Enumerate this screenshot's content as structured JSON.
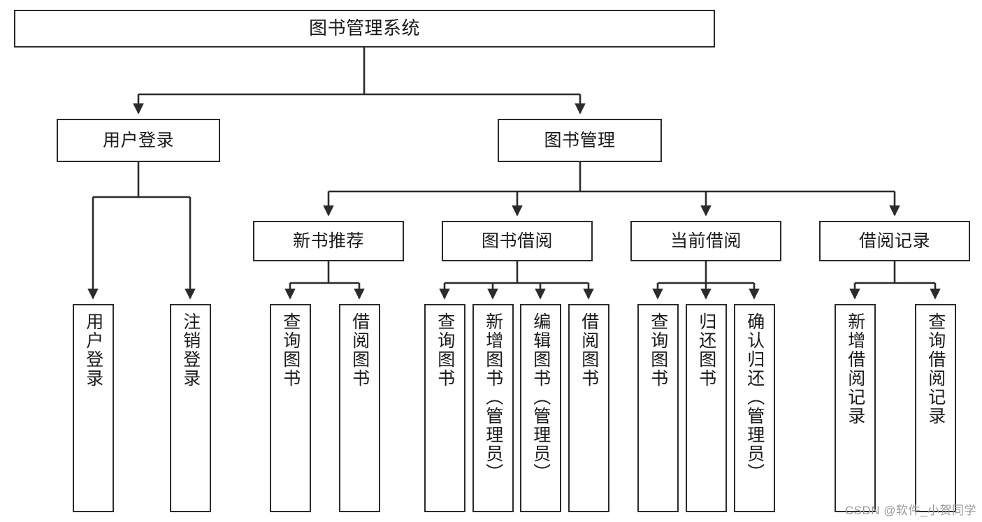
{
  "diagram": {
    "title": "图书管理系统",
    "type": "function-structure-tree",
    "watermark": "CSDN @软件_小贺同学",
    "colors": {
      "box_border": "#2b2b2b",
      "box_fill": "#ffffff",
      "edge": "#2b2b2b",
      "text": "#1a1a1a",
      "watermark": "#9a9a9a",
      "background": "#ffffff"
    },
    "root": {
      "label": "图书管理系统"
    },
    "level2": [
      {
        "label": "用户登录"
      },
      {
        "label": "图书管理"
      }
    ],
    "level3": [
      {
        "label": "新书推荐"
      },
      {
        "label": "图书借阅"
      },
      {
        "label": "当前借阅"
      },
      {
        "label": "借阅记录"
      }
    ],
    "leaves": {
      "user_login": [
        {
          "label": "用户登录"
        },
        {
          "label": "注销登录"
        }
      ],
      "new_book_recommend": [
        {
          "label": "查询图书"
        },
        {
          "label": "借阅图书"
        }
      ],
      "book_borrow": [
        {
          "label": "查询图书"
        },
        {
          "label": "新增图书（管理员）"
        },
        {
          "label": "编辑图书（管理员）"
        },
        {
          "label": "借阅图书"
        }
      ],
      "current_borrow": [
        {
          "label": "查询图书"
        },
        {
          "label": "归还图书"
        },
        {
          "label": "确认归还（管理员）"
        }
      ],
      "borrow_record": [
        {
          "label": "新增借阅记录"
        },
        {
          "label": "查询借阅记录"
        }
      ]
    }
  }
}
